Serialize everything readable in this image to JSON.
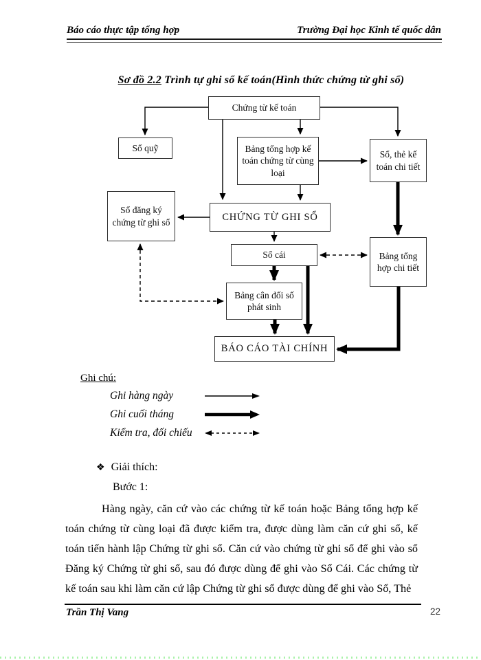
{
  "header": {
    "left": "Báo cáo thực tập tổng hợp",
    "right": "Trường Đại học Kinh tế quốc dân"
  },
  "title": {
    "prefix": "Sơ đồ 2.2",
    "rest": " Trình tự ghi sổ kế toán(Hình thức chứng từ ghi sổ)"
  },
  "diagram": {
    "boxes": [
      {
        "id": "chung-tu-ke-toan",
        "label": "Chứng từ kế toán"
      },
      {
        "id": "so-quy",
        "label": "Sổ quỹ"
      },
      {
        "id": "bang-tong-hop-chung-tu",
        "label": "Bảng tổng hợp kế toán chứng từ cùng loại"
      },
      {
        "id": "so-the-ke-toan-chi-tiet",
        "label": "Sổ, thẻ kế toán chi tiết"
      },
      {
        "id": "so-dang-ky-chung-tu-ghi-so",
        "label": "Sổ đăng ký chứng từ ghi sổ"
      },
      {
        "id": "chung-tu-ghi-so",
        "label": "CHỨNG TỪ GHI SỔ"
      },
      {
        "id": "so-cai",
        "label": "Sổ cái"
      },
      {
        "id": "bang-tong-hop-chi-tiet",
        "label": "Bảng tổng hợp chi tiết"
      },
      {
        "id": "bang-can-doi-so-phat-sinh",
        "label": "Bảng cân đối số phát sinh"
      },
      {
        "id": "bao-cao-tai-chinh",
        "label": "BÁO CÁO TÀI CHÍNH"
      }
    ],
    "legend": {
      "heading": "Ghi chú:",
      "items": [
        {
          "label": "Ghi hàng ngày",
          "line": "thin-solid-arrow"
        },
        {
          "label": "Ghi cuối tháng",
          "line": "thick-solid-arrow"
        },
        {
          "label": "Kiểm tra, đối chiếu",
          "line": "dashed-double-arrow"
        }
      ]
    }
  },
  "explanation": {
    "bullet": "❖",
    "heading": "Giải thích:",
    "step": "Bước 1:",
    "paragraph": "Hàng ngày, căn cứ vào các chứng từ kế toán hoặc Bảng tổng hợp kế toán chứng từ cùng loại đã được kiểm tra, được dùng làm căn cứ ghi sổ, kế toán tiến hành lập Chứng từ ghi sổ. Căn cứ vào chứng từ ghi sổ để ghi vào sổ Đăng ký Chứng từ ghi sổ, sau đó được dùng để ghi vào Sổ Cái. Các chứng từ kế toán sau khi làm căn cứ lập Chứng từ ghi sổ được dùng để ghi vào Sổ, Thẻ"
  },
  "footer": {
    "author": "Trần Thị Vang",
    "page_number": "22"
  },
  "colors": {
    "ink": "#000000",
    "box_border": "#2e2e2e",
    "page_edge_dots": "#a9f2a9"
  }
}
